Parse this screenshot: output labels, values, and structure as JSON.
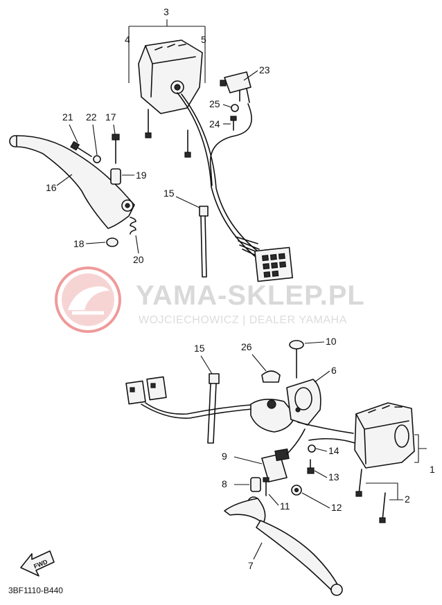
{
  "watermark": {
    "title": "YAMA-SKLEP.PL",
    "subtitle": "WOJCIECHOWICZ | DEALER YAMAHA",
    "logo_color": "#e46a6a",
    "text_color": "#d9d9d9"
  },
  "diagram_code": "3BF1110-B440",
  "fwd_label": "FWD",
  "callouts": {
    "c1": "1",
    "c2": "2",
    "c3": "3",
    "c4": "4",
    "c5": "5",
    "c6": "6",
    "c7": "7",
    "c8": "8",
    "c9": "9",
    "c10": "10",
    "c11": "11",
    "c12": "12",
    "c13": "13",
    "c14": "14",
    "c15a": "15",
    "c15b": "15",
    "c16": "16",
    "c17": "17",
    "c18": "18",
    "c19": "19",
    "c20": "20",
    "c21": "21",
    "c22": "22",
    "c23": "23",
    "c24": "24",
    "c25": "25",
    "c26": "26"
  }
}
